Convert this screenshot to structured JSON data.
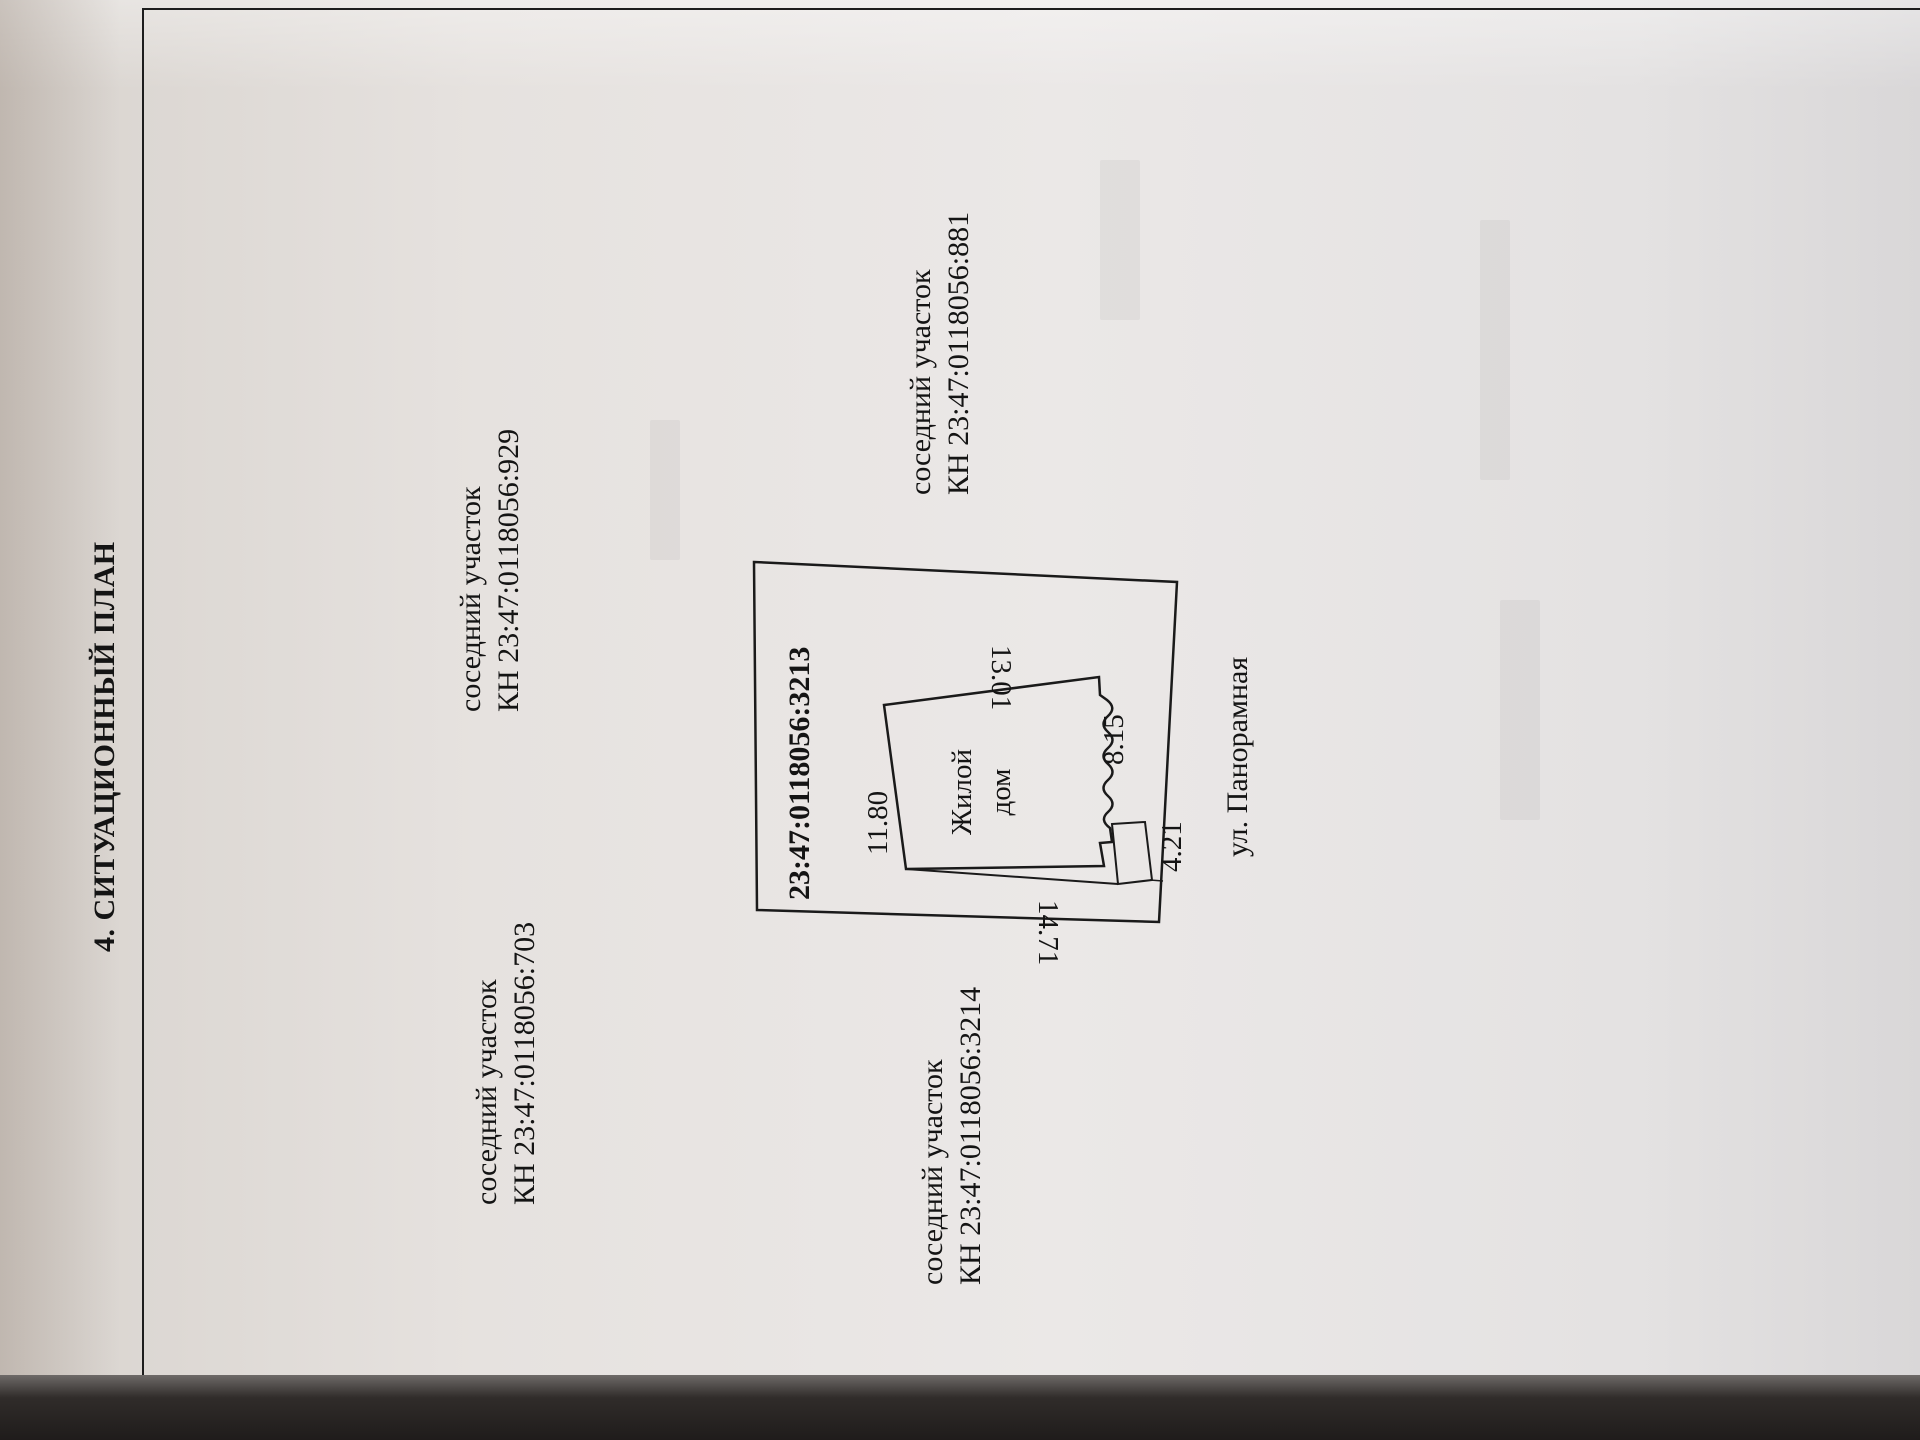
{
  "section_title": "4. СИТУАЦИОННЫЙ ПЛАН",
  "neighbors": {
    "left_top": {
      "label": "соседний  участок",
      "cadastral": "КН 23:47:0118056:703"
    },
    "right_top": {
      "label": "соседний  участок",
      "cadastral": "КН 23:47:0118056:929"
    },
    "left_bottom": {
      "label": "соседний  участок",
      "cadastral": "КН 23:47:0118056:3214"
    },
    "right_bottom": {
      "label": "соседний  участок",
      "cadastral": "КН 23:47:0118056:881"
    }
  },
  "parcel": {
    "cadastral": "23:47:0118056:3213",
    "building": {
      "line1": "Жилой",
      "line2": "дом"
    },
    "dimensions": {
      "d1": "11.80",
      "d2": "13.01",
      "d3": "8.15",
      "d4": "4.21",
      "d5": "14.71"
    }
  },
  "street": "ул. Панорамная"
}
